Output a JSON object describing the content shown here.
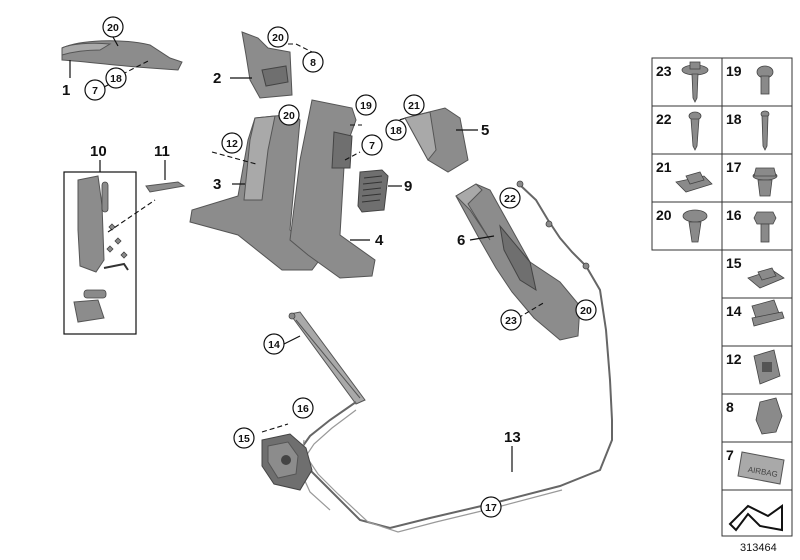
{
  "callouts": {
    "c1": "20",
    "c2": "18",
    "c3": "7",
    "c4": "20",
    "c5": "8",
    "c6": "20",
    "c7": "12",
    "c8": "19",
    "c9": "7",
    "c10": "21",
    "c11": "18",
    "c12": "22",
    "c13": "23",
    "c14": "20",
    "c15": "14",
    "c16": "16",
    "c17": "15",
    "c18": "17"
  },
  "plain_labels": {
    "p1": "1",
    "p2": "2",
    "p3": "3",
    "p4": "4",
    "p5": "5",
    "p6": "6",
    "p9": "9",
    "p10": "10",
    "p11": "11",
    "p13": "13"
  },
  "parts_table": {
    "left_column": [
      "23",
      "22",
      "21",
      "20"
    ],
    "right_column": [
      "19",
      "18",
      "17",
      "16"
    ],
    "single_column": [
      "15",
      "14",
      "12",
      "8",
      "7"
    ],
    "airbag_text": "AIRBAG"
  },
  "document_number": "313464"
}
